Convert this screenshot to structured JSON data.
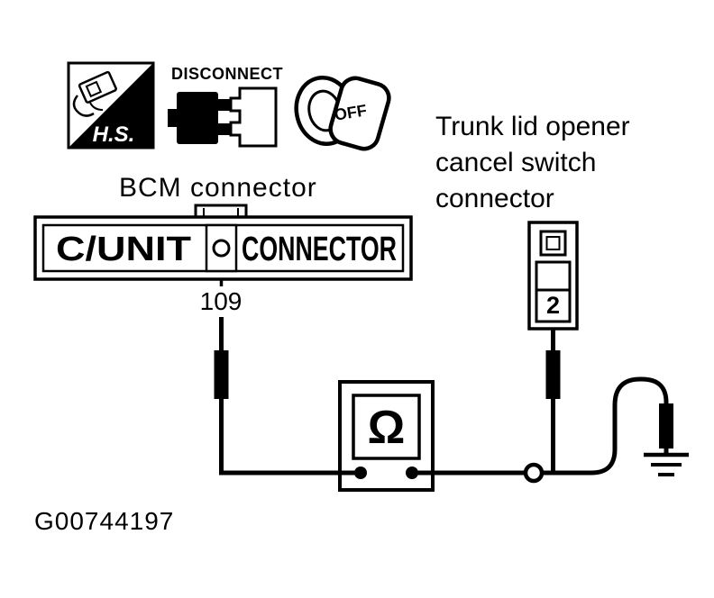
{
  "figure": {
    "id": "G00744197",
    "background_color": "#ffffff",
    "ink_color": "#000000"
  },
  "icons": {
    "hs_label": "H.S.",
    "disconnect_label": "DISCONNECT",
    "ignition_off_label": "OFF"
  },
  "labels": {
    "bcm_connector": "BCM connector",
    "trunk_connector_line1": "Trunk lid opener",
    "trunk_connector_line2": "cancel switch",
    "trunk_connector_line3": "connector",
    "bcm_terminal": "109",
    "trunk_terminal": "2"
  },
  "bcm_connector_face": {
    "left_text": "C/UNIT",
    "right_text": "CONNECTOR"
  },
  "meter": {
    "symbol": "Ω"
  }
}
